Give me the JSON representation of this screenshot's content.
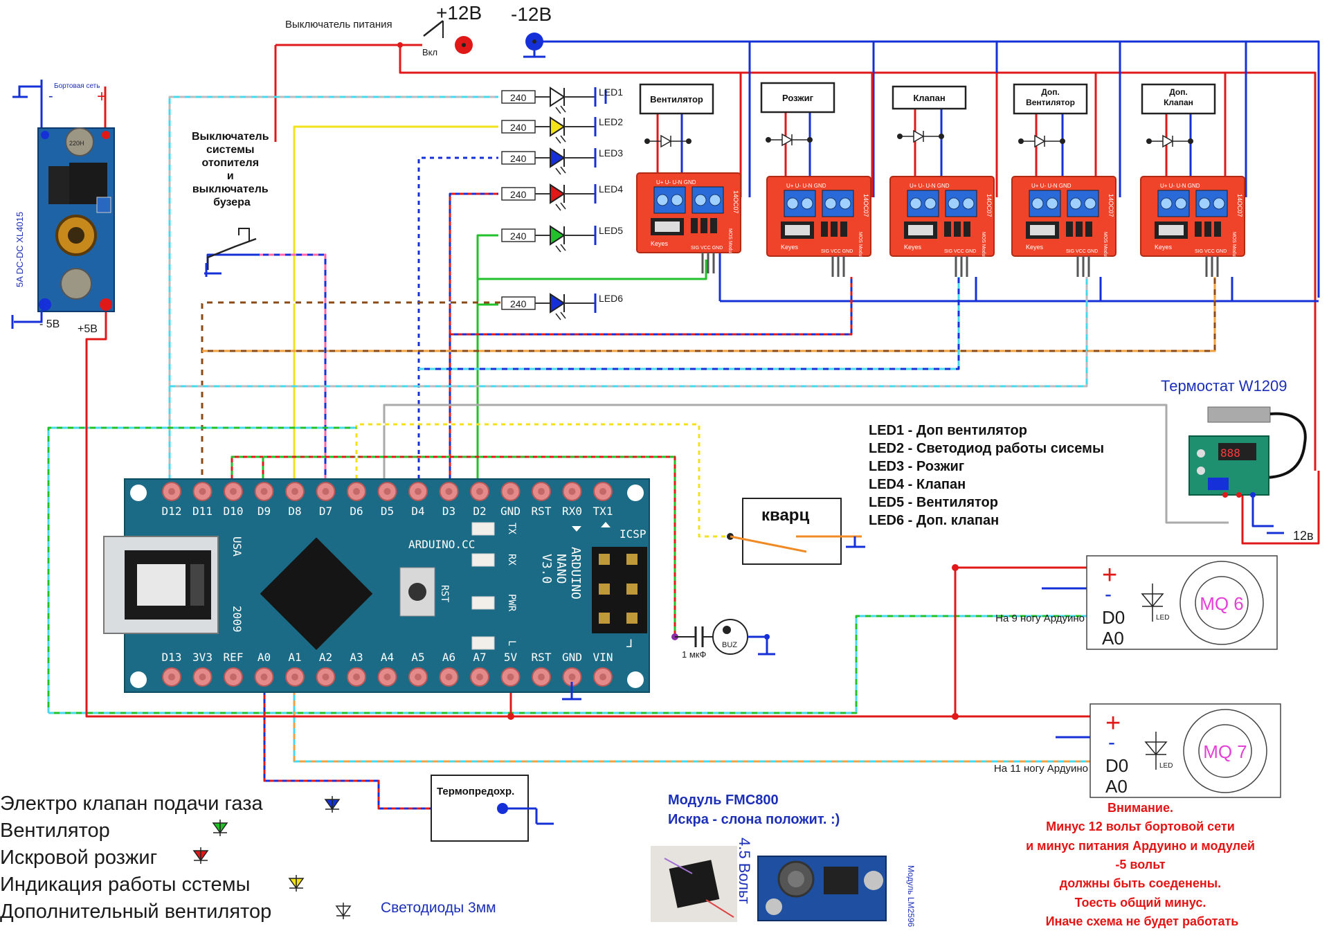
{
  "power": {
    "switch_label": "Выключатель питания",
    "plus12": "+12В",
    "minus12": "-12В",
    "on_label": "Вкл"
  },
  "dcdc": {
    "vertical_label": "5A DC-DC XL4015",
    "onboard_label": "Бортовая сеть",
    "minus5": "- 5В",
    "plus5": "+5В",
    "plus": "+",
    "minus": "-"
  },
  "system_switch": {
    "lines": [
      "Выключатель",
      "системы",
      "отопителя",
      "и",
      "выключатель",
      "бузера"
    ]
  },
  "leds": [
    {
      "resistor": "240",
      "label": "LED1",
      "color": "#ffffff"
    },
    {
      "resistor": "240",
      "label": "LED2",
      "color": "#f3e11a"
    },
    {
      "resistor": "240",
      "label": "LED3",
      "color": "#1530d8"
    },
    {
      "resistor": "240",
      "label": "LED4",
      "color": "#e01818"
    },
    {
      "resistor": "240",
      "label": "LED5",
      "color": "#22c02a"
    },
    {
      "resistor": "240",
      "label": "LED6",
      "color": "#1530d8"
    }
  ],
  "loads": [
    {
      "title": [
        "Вентилятор"
      ]
    },
    {
      "title": [
        "Розжиг"
      ]
    },
    {
      "title": [
        "Клапан"
      ]
    },
    {
      "title": [
        "Доп.",
        "Вентилятор"
      ]
    },
    {
      "title": [
        "Доп.",
        "Клапан"
      ]
    }
  ],
  "mosfet": {
    "pins_top": "U+  U-   U-N  GND",
    "chip": "14OC07",
    "keyes": "Keyes",
    "pins_bottom": "SIG VCC GND",
    "module": "MOS Module"
  },
  "thermostat": {
    "title": "Термостат W1209",
    "voltage": "12в"
  },
  "legend": {
    "lines": [
      "LED1 - Доп вентилятор",
      "LED2 - Светодиод работы сисемы",
      "LED3 - Розжиг",
      "LED4 - Клапан",
      "LED5 - Вентилятор",
      "LED6 - Доп. клапан"
    ]
  },
  "arduino": {
    "top_pins": [
      "D12",
      "D11",
      "D10",
      "D9",
      "D8",
      "D7",
      "D6",
      "D5",
      "D4",
      "D3",
      "D2",
      "GND",
      "RST",
      "RX0",
      "TX1"
    ],
    "bottom_pins": [
      "D13",
      "3V3",
      "REF",
      "A0",
      "A1",
      "A2",
      "A3",
      "A4",
      "A5",
      "A6",
      "A7",
      "5V",
      "RST",
      "GND",
      "VIN"
    ],
    "brand": "ARDUINO.CC",
    "model": [
      "ARDUINO",
      "NANO",
      "V3.0"
    ],
    "usa": "USA",
    "year": "2009",
    "icsp": "ICSP",
    "tx": "TX",
    "rx": "RX",
    "pwr": "PWR",
    "l": "L",
    "rst": "RST"
  },
  "quartz": {
    "label": "кварц"
  },
  "buzzer": {
    "cap": "1 мкФ",
    "label": "BUZ"
  },
  "sensors": [
    {
      "name": "MQ 6",
      "plus": "+",
      "minus": "-",
      "d0": "D0",
      "a0": "A0",
      "led": "LED",
      "note": "На 9 ногу Ардуино"
    },
    {
      "name": "MQ 7",
      "plus": "+",
      "minus": "-",
      "d0": "D0",
      "a0": "A0",
      "led": "LED",
      "note": "На 11 ногу Ардуино"
    }
  ],
  "thermofuse": {
    "label": "Термопредохр."
  },
  "bottom_legend": {
    "lines": [
      "Электро клапан подачи газа",
      "Вентилятор",
      "Искровой розжиг",
      "Индикация работы сстемы",
      "Дополнительный вентилятор"
    ],
    "colors": [
      "#1530d8",
      "#22c02a",
      "#e01818",
      "#f3e11a",
      "#ffffff"
    ],
    "led_note": "Светодиоды 3мм"
  },
  "fmc": {
    "title": "Модуль  FMC800",
    "subtitle": "Искра - слона положит. :)",
    "volts": "4.5 Вольт",
    "lm": "Модуль LM2596"
  },
  "warning": {
    "lines": [
      "Внимание.",
      "Минус 12 вольт бортовой сети",
      "и минус  питания Ардуино и модулей",
      "-5 вольт",
      "должны быть соеденены.",
      "Тоесть общий минус.",
      "Иначе схема не будет работать"
    ]
  }
}
